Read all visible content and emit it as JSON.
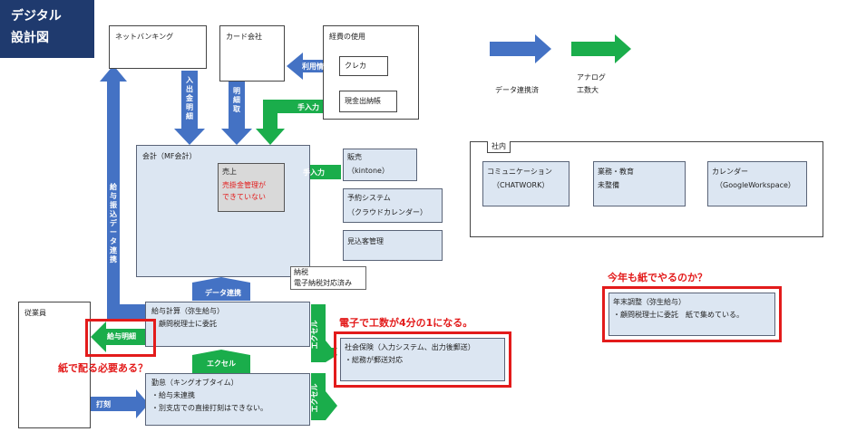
{
  "title": {
    "line1": "デジタル",
    "line2": "設計図"
  },
  "legend": {
    "digital": "データ連携済",
    "analog_line1": "アナログ",
    "analog_line2": "工数大"
  },
  "nodes": {
    "netbanking": "ネットバンキング",
    "card_company": "カード会社",
    "expense_title": "経費の使用",
    "credit": "クレカ",
    "cash": "現金出納帳",
    "accounting_title": "会計（MF会計）",
    "sales_title": "売上",
    "sales_note_1": "売掛金管理が",
    "sales_note_2": "できていない",
    "hanbai_1": "販売",
    "hanbai_2": "（kintone）",
    "yoyaku_1": "予約システム",
    "yoyaku_2": "（クラウドカレンダー）",
    "mikomi": "見込客管理",
    "nozei_1": "納税",
    "nozei_2": "電子納税対応済み",
    "payroll_1": "給与計算（弥生給与）",
    "payroll_2": "・顧問税理士に委託",
    "employee": "従業員",
    "attendance_1": "勤怠（キングオブタイム）",
    "attendance_2": "・給与未連携",
    "attendance_3": "・別支店での直接打刻はできない。",
    "social_1": "社会保険（入力システム、出力後郵送）",
    "social_2": "・総務が郵送対応",
    "internal_title": "社内",
    "comm_1": "コミュニケーション",
    "comm_2": "（CHATWORK）",
    "gyomu_1": "業務・教育",
    "gyomu_2": "未整備",
    "calendar_1": "カレンダー",
    "calendar_2": "（GoogleWorkspace）",
    "yearend_1": "年末調整（弥生給与）",
    "yearend_2": "・顧問税理士に委託　紙で集めている。"
  },
  "arrow_labels": {
    "nyushukkin": "入出金明細",
    "meisai": "明細取",
    "riyou": "利用情報",
    "tenyuryoku_top": "手入力",
    "tenyuryoku_mid": "手入力",
    "kyuyo_furikomi": "給与振込データ連携",
    "data_renkei": "データ連携",
    "kyuyo_meisai": "給与明細",
    "excel_top": "エクセル",
    "excel_right_1": "エクセル",
    "excel_right_2": "エクセル",
    "datou": "打刻"
  },
  "annotations": {
    "paper_question": "紙で配る必要ある？",
    "workload": "電子で工数が4分の1になる。",
    "yearend_question": "今年も紙でやるのか？"
  },
  "colors": {
    "blue": "#4472c4",
    "green": "#1aad4b",
    "red": "#e31b1b",
    "title_bg": "#1f3a6e"
  }
}
